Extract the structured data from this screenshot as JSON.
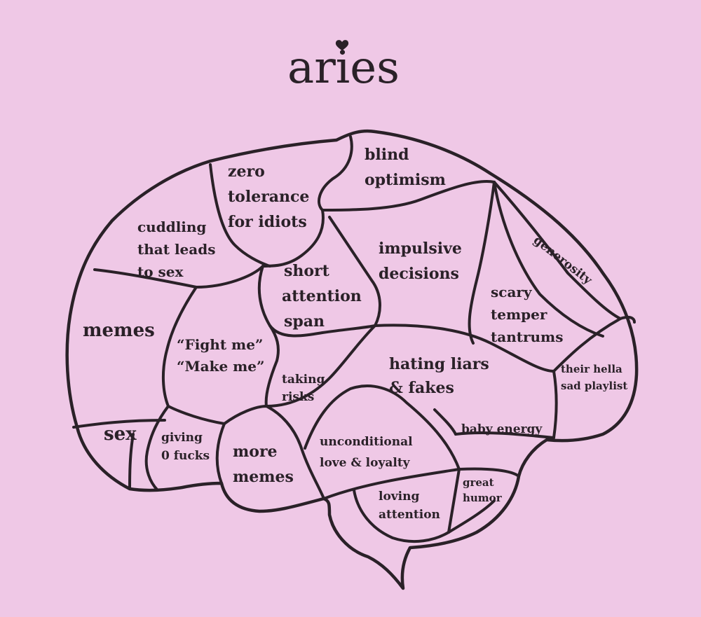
{
  "title": "aries",
  "colors": {
    "background": "#efc8e6",
    "ink": "#2a2128"
  },
  "regions": {
    "zero_tolerance": [
      "zero",
      "tolerance",
      "for idiots"
    ],
    "blind_optimism": [
      "blind",
      "optimism"
    ],
    "cuddling": [
      "cuddling",
      "that leads",
      "to sex"
    ],
    "impulsive": [
      "impulsive",
      "decisions"
    ],
    "generosity": "generosity",
    "short_attention": [
      "short",
      "attention",
      "span"
    ],
    "scary_temper": [
      "scary",
      "temper",
      "tantrums"
    ],
    "memes": "memes",
    "fight_me": [
      "“Fight me”",
      "“Make me”"
    ],
    "taking_risks": [
      "taking",
      "risks"
    ],
    "hating_liars": [
      "hating liars",
      "& fakes"
    ],
    "sad_playlist": [
      "their hella",
      "sad playlist"
    ],
    "sex": "sex",
    "giving": [
      "giving",
      "0 fucks"
    ],
    "more_memes": [
      "more",
      "memes"
    ],
    "unconditional": [
      "unconditional",
      "love & loyalty"
    ],
    "baby_energy": "baby energy",
    "great_humor": [
      "great",
      "humor"
    ],
    "loving_attention": [
      "loving",
      "attention"
    ]
  }
}
